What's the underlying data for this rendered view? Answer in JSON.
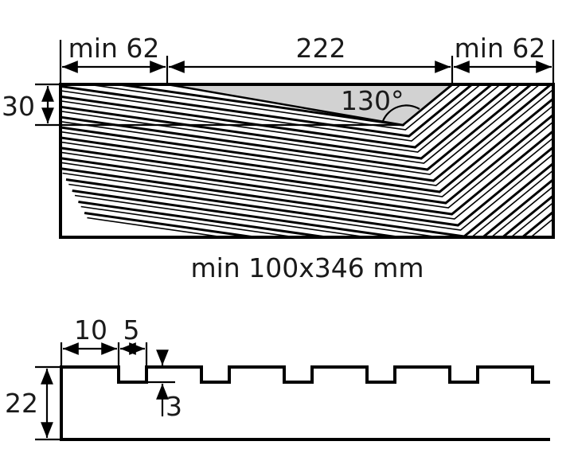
{
  "top_view": {
    "dim_left": "min 62",
    "dim_center": "222",
    "dim_right": "min 62",
    "dim_thickness": "30",
    "angle": "130°",
    "caption": "min 100x346 mm",
    "colors": {
      "outline": "#000000",
      "groove_fill": "#d2d2d2"
    }
  },
  "profile": {
    "dim_width": "10",
    "dim_gap": "5",
    "dim_depth": "3",
    "dim_height": "22"
  }
}
